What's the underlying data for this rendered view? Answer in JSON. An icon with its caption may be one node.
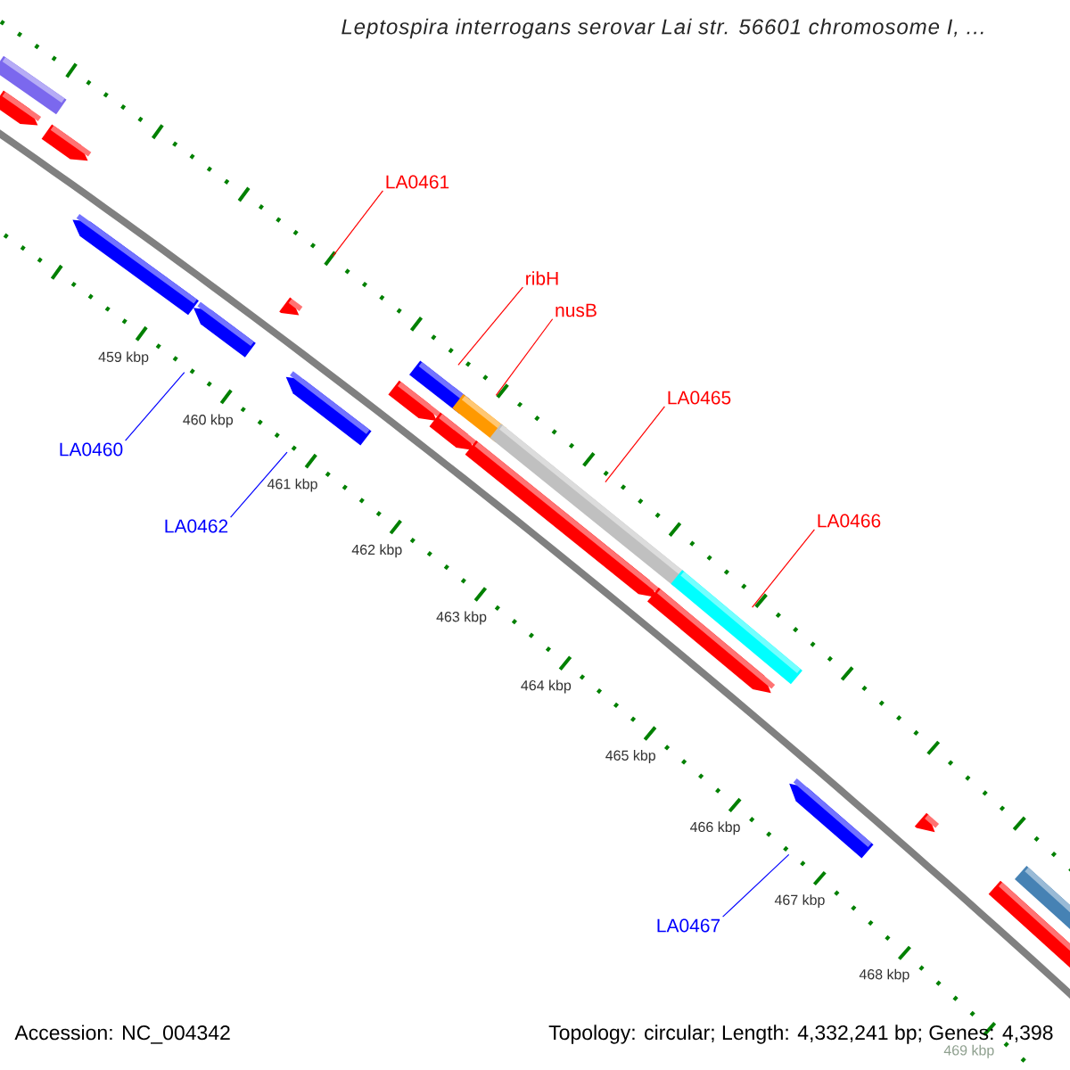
{
  "diagram": {
    "title": "Leptospira interrogans serovar Lai str. 56601 chromosome I, ...",
    "nodes": [
      {
        "text": [
          "LA0461"
        ]
      },
      {
        "text": [
          "ribH"
        ]
      },
      {
        "text": [
          "nusB"
        ]
      },
      {
        "text": [
          "LA0465"
        ]
      },
      {
        "text": [
          "LA0466"
        ]
      },
      {
        "text": [
          "LA0460"
        ]
      },
      {
        "text": [
          "LA0462"
        ]
      },
      {
        "text": [
          "LA0467"
        ]
      },
      {
        "text": [],
        "shape": "bar"
      },
      {
        "text": [],
        "shape": "pentagon"
      },
      {
        "text": [],
        "shape": "pentagon"
      },
      {
        "text": [],
        "shape": "pentagon"
      },
      {
        "text": [],
        "shape": "pentagon"
      },
      {
        "text": [],
        "shape": "pentagon"
      },
      {
        "text": [],
        "shape": "pentagon"
      },
      {
        "text": [],
        "shape": "pentagon"
      },
      {
        "text": [],
        "shape": "bar"
      },
      {
        "text": [],
        "shape": "pentagon"
      },
      {
        "text": [],
        "shape": "bar"
      },
      {
        "text": [],
        "shape": "pentagon"
      },
      {
        "text": [],
        "shape": "bar"
      },
      {
        "text": [],
        "shape": "pentagon"
      },
      {
        "text": [],
        "shape": "bar"
      },
      {
        "text": [],
        "shape": "pentagon"
      },
      {
        "text": [],
        "shape": "pentagon"
      },
      {
        "text": [],
        "shape": "pentagon"
      },
      {
        "text": [],
        "shape": "bar"
      }
    ],
    "edges": [
      {
        "from": 0,
        "to": 13,
        "arrow": "none"
      },
      {
        "from": 1,
        "to": 16,
        "arrow": "none"
      },
      {
        "from": 2,
        "to": 18,
        "arrow": "none"
      },
      {
        "from": 3,
        "to": 20,
        "arrow": "none"
      },
      {
        "from": 4,
        "to": 22,
        "arrow": "none"
      },
      {
        "from": 5,
        "to": 12,
        "arrow": "none",
        "color": "#0000ff"
      },
      {
        "from": 6,
        "to": 14,
        "arrow": "none",
        "color": "#0000ff"
      },
      {
        "from": 7,
        "to": 23,
        "arrow": "none",
        "color": "#0000ff"
      }
    ],
    "labels": [
      "459 kbp",
      "460 kbp",
      "461 kbp",
      "462 kbp",
      "463 kbp",
      "464 kbp",
      "465 kbp",
      "466 kbp",
      "467 kbp",
      "468 kbp",
      "469 kbp",
      "Accession: NC_004342",
      "Topology: circular; Length: 4,332,241 bp; Genes: 4,398"
    ]
  }
}
